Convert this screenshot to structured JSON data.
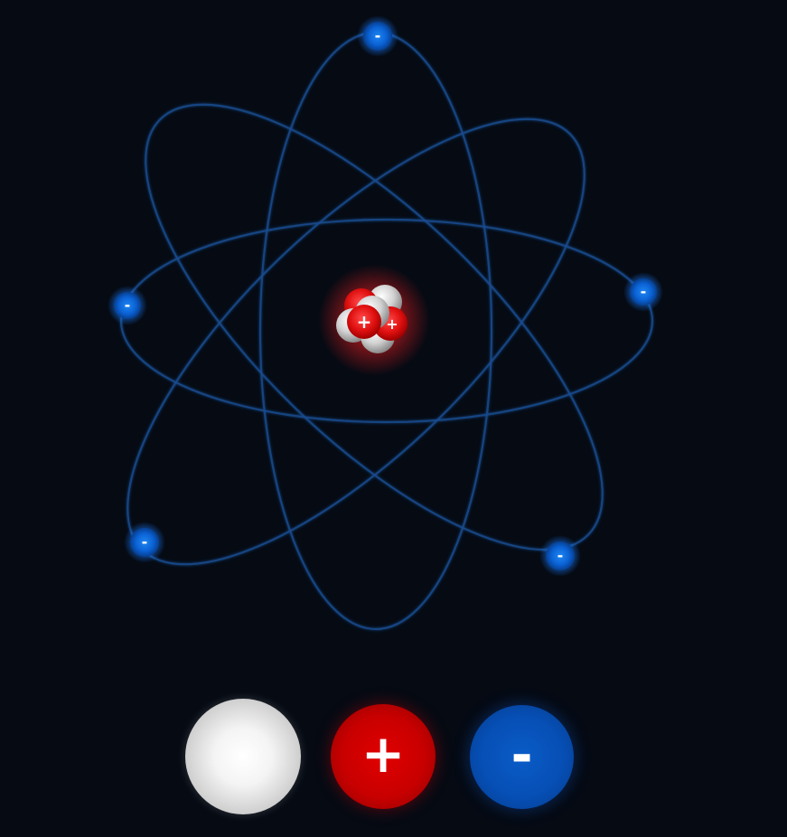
{
  "atom": {
    "electron_symbol": "-",
    "proton_symbol": "+",
    "electron_count": 5,
    "nucleus": {
      "protons": 3,
      "neutrons": 4
    }
  },
  "particle_picker": {
    "neutron_label": "",
    "proton_label": "+",
    "electron_label": "-"
  },
  "colors": {
    "background": "#050a13",
    "orbit": "#1a4a8c",
    "electron": "#0b63d6",
    "proton": "#e01010",
    "neutron": "#d8d8d8"
  }
}
